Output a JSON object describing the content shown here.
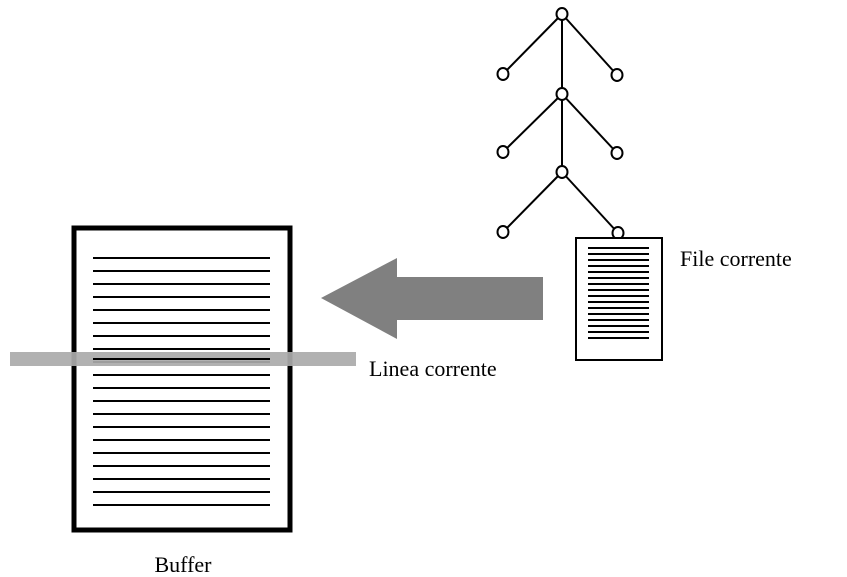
{
  "labels": {
    "current_file": "File corrente",
    "current_line": "Linea corrente",
    "buffer": "Buffer"
  },
  "colors": {
    "ink": "#000000",
    "arrow": "#808080",
    "highlight": "#aaaaaa",
    "background": "#ffffff"
  }
}
